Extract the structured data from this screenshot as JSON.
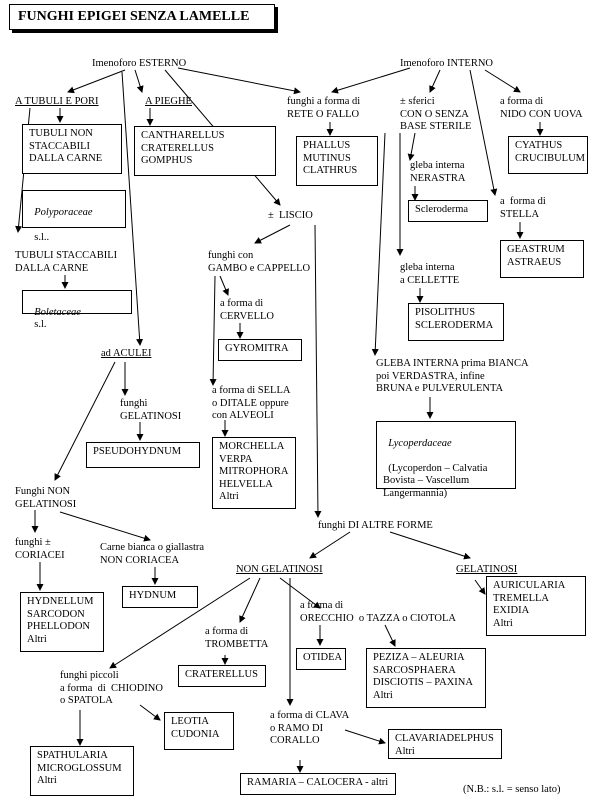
{
  "title": "FUNGHI EPIGEI SENZA LAMELLE",
  "labels": {
    "imenoforo_esterno": "Imenoforo ESTERNO",
    "imenoforo_interno": "Imenoforo INTERNO",
    "a_tubuli": "A TUBULI E PORI",
    "a_pieghe": "A PIEGHE",
    "rete_fallo": "funghi a forma di\nRETE O FALLO",
    "sferici": "± sferici\nCON O SENZA\nBASE STERILE",
    "nido": "a forma di\nNIDO CON UOVA",
    "gleba_nerastra": "gleba interna\nNERASTRA",
    "stella": "a  forma di\nSTELLA",
    "liscio": "±  LISCIO",
    "gambo": "funghi con\nGAMBO e CAPPELLO",
    "cervello": "a forma di\nCERVELLO",
    "gleba_cellette": "gleba interna\na CELLETTE",
    "tubuli_staccabili": "TUBULI STACCABILI\nDALLA CARNE",
    "aculei": "ad ACULEI",
    "funghi_gelatinosi": "funghi\nGELATINOSI",
    "sella": "a forma di SELLA\no DITALE oppure\ncon ALVEOLI",
    "gleba_bianca": "GLEBA INTERNA prima BIANCA\npoi VERDASTRA, infine\nBRUNA e PULVERULENTA",
    "non_gelatinosi_top": "Funghi NON\nGELATINOSI",
    "coriacei": "funghi ±\nCORIACEI",
    "non_coriacea": "Carne bianca o giallastra\nNON CORIACEA",
    "altre_forme": "funghi DI ALTRE FORME",
    "non_gelatinosi": "NON GELATINOSI",
    "gelatinosi": "GELATINOSI",
    "trombetta": "a forma di\nTROMBETTA",
    "orecchio": "a forma di\nORECCHIO  o TAZZA o CIOTOLA",
    "chiodino": "funghi piccoli\na forma  di  CHIODINO\no SPATOLA",
    "clava": "a forma di CLAVA\no RAMO DI\nCORALLO",
    "note": "(N.B.: s.l. = senso lato)"
  },
  "boxes": {
    "tubuli_non_staccabili": "TUBULI NON\nSTACCABILI\nDALLA CARNE",
    "polyporaceae": "Polyporaceae",
    "polyporaceae_sl": "s.l..",
    "cantharellus": "CANTHARELLUS\nCRATERELLUS\nGOMPHUS",
    "phallus": "PHALLUS\nMUTINUS\nCLATHRUS",
    "cyathus": "CYATHUS\nCRUCIBULUM",
    "scleroderma": "Scleroderma",
    "geastrum": "GEASTRUM\nASTRAEUS",
    "boletaceae": "Boletaceae",
    "boletaceae_sl": "s.l.",
    "gyromitra": "GYROMITRA",
    "pisolithus": "PISOLITHUS\nSCLERODERMA",
    "pseudohydnum": "PSEUDOHYDNUM",
    "morchella": "MORCHELLA\nVERPA\nMITROPHORA\nHELVELLA\nAltri",
    "lycoperdaceae": "Lycoperdaceae",
    "lycoperdaceae_list": "(Lycoperdon – Calvatia\nBovista – Vascellum\nLangermannia)",
    "hydnellum": "HYDNELLUM\nSARCODON\nPHELLODON\nAltri",
    "hydnum": "HYDNUM",
    "auricularia": "AURICULARIA\nTREMELLA\nEXIDIA\nAltri",
    "craterellus": "CRATERELLUS",
    "otidea": "OTIDEA",
    "peziza": "PEZIZA – ALEURIA\nSARCOSPHAERA\nDISCIOTIS – PAXINA\nAltri",
    "leotia": "LEOTIA\nCUDONIA",
    "clavariadelphus": "CLAVARIADELPHUS\nAltri",
    "spathularia": "SPATHULARIA\nMICROGLOSSUM\nAltri",
    "ramaria": "RAMARIA – CALOCERA - altri"
  }
}
